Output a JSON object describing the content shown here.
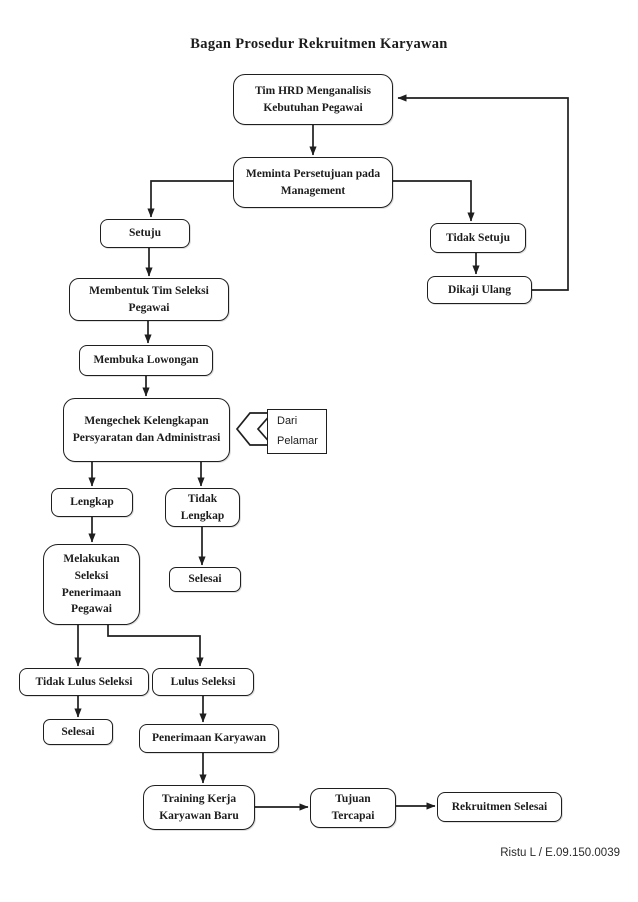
{
  "title": "Bagan Prosedur Rekruitmen Karyawan",
  "signature": "Ristu L / E.09.150.0039",
  "colors": {
    "background": "#ffffff",
    "line": "#1f1f1f",
    "box_border": "#1f1f1f",
    "text": "#1c1c1c"
  },
  "chart_data": {
    "type": "flowchart",
    "title": "Bagan Prosedur Rekruitmen Karyawan",
    "nodes": [
      "Tim HRD Menganalisis Kebutuhan Pegawai",
      "Meminta Persetujuan pada Management",
      "Setuju",
      "Tidak Setuju",
      "Membentuk Tim Seleksi Pegawai",
      "Dikaji Ulang",
      "Membuka Lowongan",
      "Mengechek Kelengkapan Persyaratan dan Administrasi",
      "Dari Pelamar",
      "Lengkap",
      "Tidak Lengkap",
      "Melakukan Seleksi Penerimaan Pegawai",
      "Selesai",
      "Tidak Lulus Seleksi",
      "Lulus Seleksi",
      "Selesai",
      "Penerimaan Karyawan",
      "Training Kerja Karyawan Baru",
      "Tujuan Tercapai",
      "Rekruitmen Selesai"
    ],
    "edges": [
      [
        "Tim HRD Menganalisis Kebutuhan Pegawai",
        "Meminta Persetujuan pada Management"
      ],
      [
        "Meminta Persetujuan pada Management",
        "Setuju"
      ],
      [
        "Meminta Persetujuan pada Management",
        "Tidak Setuju"
      ],
      [
        "Setuju",
        "Membentuk Tim Seleksi Pegawai"
      ],
      [
        "Tidak Setuju",
        "Dikaji Ulang"
      ],
      [
        "Dikaji Ulang",
        "Tim HRD Menganalisis Kebutuhan Pegawai"
      ],
      [
        "Membentuk Tim Seleksi Pegawai",
        "Membuka Lowongan"
      ],
      [
        "Membuka Lowongan",
        "Mengechek Kelengkapan Persyaratan dan Administrasi"
      ],
      [
        "Dari Pelamar",
        "Mengechek Kelengkapan Persyaratan dan Administrasi"
      ],
      [
        "Mengechek Kelengkapan Persyaratan dan Administrasi",
        "Lengkap"
      ],
      [
        "Mengechek Kelengkapan Persyaratan dan Administrasi",
        "Tidak Lengkap"
      ],
      [
        "Lengkap",
        "Melakukan Seleksi Penerimaan Pegawai"
      ],
      [
        "Tidak Lengkap",
        "Selesai"
      ],
      [
        "Melakukan Seleksi Penerimaan Pegawai",
        "Tidak Lulus Seleksi"
      ],
      [
        "Melakukan Seleksi Penerimaan Pegawai",
        "Lulus Seleksi"
      ],
      [
        "Tidak Lulus Seleksi",
        "Selesai"
      ],
      [
        "Lulus Seleksi",
        "Penerimaan Karyawan"
      ],
      [
        "Penerimaan Karyawan",
        "Training Kerja Karyawan Baru"
      ],
      [
        "Training Kerja Karyawan Baru",
        "Tujuan Tercapai"
      ],
      [
        "Tujuan Tercapai",
        "Rekruitmen Selesai"
      ]
    ]
  },
  "nodes": {
    "tim_hrd": {
      "label": "Tim HRD Menganalisis Kebutuhan Pegawai"
    },
    "meminta": {
      "label": "Meminta Persetujuan pada Management"
    },
    "setuju": {
      "label": "Setuju"
    },
    "tidak_setuju": {
      "label": "Tidak Setuju"
    },
    "membentuk": {
      "label": "Membentuk Tim Seleksi Pegawai"
    },
    "dikaji": {
      "label": "Dikaji Ulang"
    },
    "membuka": {
      "label": "Membuka Lowongan"
    },
    "mengechek": {
      "label": "Mengechek Kelengkapan Persyaratan dan Administrasi"
    },
    "dari_pelamar": {
      "label": "Dari Pelamar"
    },
    "lengkap": {
      "label": "Lengkap"
    },
    "tidak_lengkap": {
      "label": "Tidak Lengkap"
    },
    "melakukan": {
      "label": "Melakukan Seleksi Penerimaan Pegawai"
    },
    "selesai_1": {
      "label": "Selesai"
    },
    "tidak_lulus": {
      "label": "Tidak Lulus Seleksi"
    },
    "lulus": {
      "label": "Lulus Seleksi"
    },
    "selesai_2": {
      "label": "Selesai"
    },
    "penerimaan": {
      "label": "Penerimaan Karyawan"
    },
    "training": {
      "label": "Training Kerja Karyawan Baru"
    },
    "tujuan": {
      "label": "Tujuan Tercapai"
    },
    "rekruitmen": {
      "label": "Rekruitmen Selesai"
    }
  }
}
